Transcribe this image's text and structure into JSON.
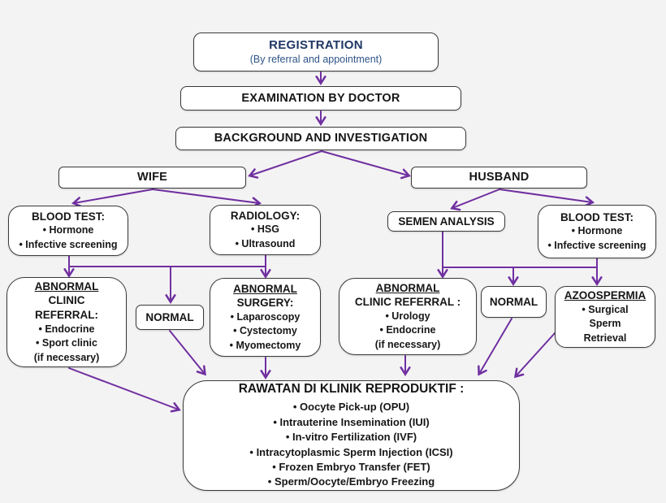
{
  "colors": {
    "background": "#f4f3f4",
    "box_fill": "#ffffff",
    "box_border": "#3a3a3a",
    "arrow": "#7030A0",
    "registration_title": "#1F3864",
    "registration_subtitle": "#2E5488",
    "text": "#161616"
  },
  "nodes": {
    "registration": {
      "title": "REGISTRATION",
      "subtitle": "(By referral and appointment)"
    },
    "examination": {
      "title": "EXAMINATION BY DOCTOR"
    },
    "background_investigation": {
      "title": "BACKGROUND AND INVESTIGATION"
    },
    "wife": {
      "title": "WIFE"
    },
    "husband": {
      "title": "HUSBAND"
    },
    "wife_blood_test": {
      "title": "BLOOD TEST:",
      "items": [
        "• Hormone",
        "• Infective screening"
      ]
    },
    "wife_radiology": {
      "title": "RADIOLOGY:",
      "items": [
        "• HSG",
        "• Ultrasound"
      ]
    },
    "husband_semen_analysis": {
      "title": "SEMEN ANALYSIS"
    },
    "husband_blood_test": {
      "title": "BLOOD TEST:",
      "items": [
        "• Hormone",
        "• Infective screening"
      ]
    },
    "wife_abnormal_clinic_referral": {
      "title_underlined": "ABNORMAL",
      "line2": "CLINIC",
      "line3": "REFERRAL:",
      "items": [
        "• Endocrine",
        "• Sport clinic",
        "(if necessary)"
      ]
    },
    "wife_normal": {
      "title": "NORMAL"
    },
    "wife_abnormal_surgery": {
      "title_underlined": "ABNORMAL",
      "line2": "SURGERY:",
      "items": [
        "• Laparoscopy",
        "• Cystectomy",
        "• Myomectomy"
      ]
    },
    "husband_abnormal_clinic_referral": {
      "title_underlined": "ABNORMAL",
      "line2": "CLINIC REFERRAL :",
      "items": [
        "• Urology",
        "• Endocrine",
        "(if necessary)"
      ]
    },
    "husband_normal": {
      "title": "NORMAL"
    },
    "azoospermia": {
      "title_underlined": "AZOOSPERMIA",
      "items": [
        "• Surgical",
        "Sperm",
        "Retrieval"
      ]
    },
    "reproductive_clinic_treatment": {
      "title": "RAWATAN DI KLINIK REPRODUKTIF :",
      "items": [
        "• Oocyte Pick-up (OPU)",
        "• Intrauterine Insemination (IUI)",
        "• In-vitro Fertilization (IVF)",
        "• Intracytoplasmic Sperm Injection (ICSI)",
        "• Frozen Embryo Transfer (FET)",
        "• Sperm/Oocyte/Embryo Freezing"
      ]
    }
  }
}
